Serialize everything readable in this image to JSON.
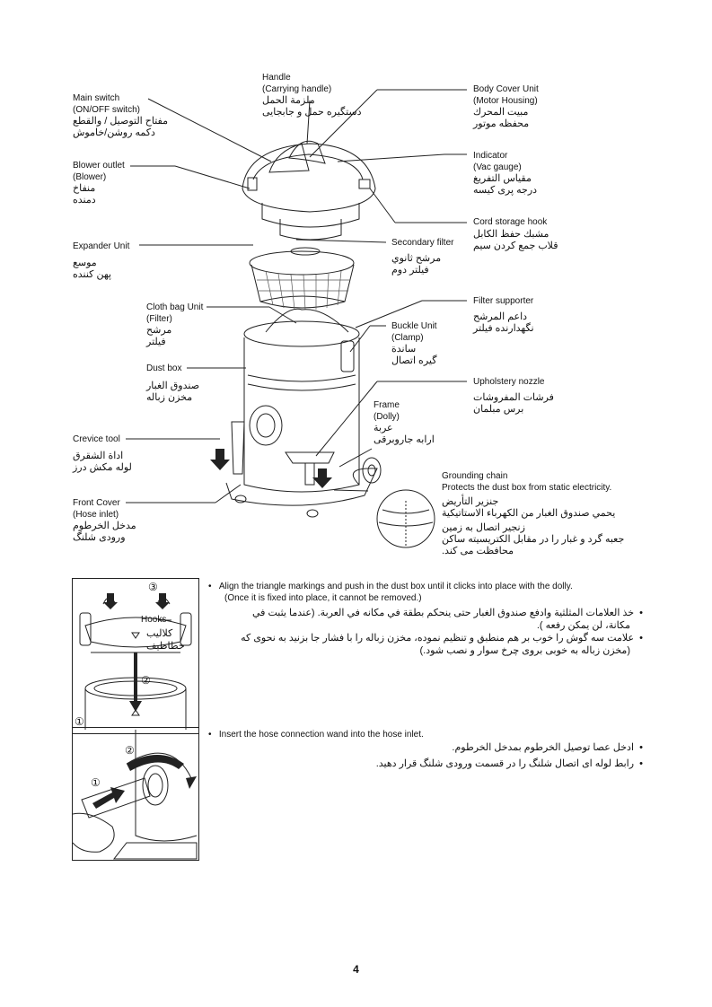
{
  "labels": {
    "handle": {
      "l1": "Handle",
      "l2": "(Carrying handle)",
      "ar1": "ملزمة الحمل",
      "ar2": "دستگيره حمل و جابجايی"
    },
    "main_switch": {
      "l1": "Main switch",
      "l2": "(ON/OFF switch)",
      "ar1": "مفتاح التوصيل / والقطع",
      "ar2": "دكمه روشن/خاموش"
    },
    "body_cover": {
      "l1": "Body Cover Unit",
      "l2": "(Motor Housing)",
      "ar1": "مبيت المحرك",
      "ar2": "محفظه موتور"
    },
    "blower": {
      "l1": "Blower outlet",
      "l2": "(Blower)",
      "ar1": "منفاخ",
      "ar2": "دمنده"
    },
    "indicator": {
      "l1": "Indicator",
      "l2": "(Vac gauge)",
      "ar1": "مقياس التفريغ",
      "ar2": "درجه پری كيسه"
    },
    "cord_hook": {
      "l1": "Cord storage hook",
      "ar1": "مشبك حفظ الكابل",
      "ar2": "قلاب جمع كردن سيم"
    },
    "expander": {
      "l1": "Expander Unit",
      "ar1": "موسع",
      "ar2": "پهن كننده"
    },
    "secondary_filter": {
      "l1": "Secondary filter",
      "ar1": "مرشح ثانوي",
      "ar2": "فيلتر دوم"
    },
    "filter_supporter": {
      "l1": "Filter supporter",
      "ar1": "داعم المرشح",
      "ar2": "نگهدارنده فيلتر"
    },
    "cloth_bag": {
      "l1": "Cloth bag Unit",
      "l2": "(Filter)",
      "ar1": "مرشح",
      "ar2": "فيلتر"
    },
    "buckle": {
      "l1": "Buckle Unit",
      "l2": "(Clamp)",
      "ar1": "ساندة",
      "ar2": "گيره اتصال"
    },
    "dust_box": {
      "l1": "Dust box",
      "ar1": "صندوق الغبار",
      "ar2": "مخزن زباله"
    },
    "upholstery": {
      "l1": "Upholstery nozzle",
      "ar1": "فرشات المفروشات",
      "ar2": "برس مبلمان"
    },
    "frame": {
      "l1": "Frame",
      "l2": "(Dolly)",
      "ar1": "عربة",
      "ar2": "ارابه جاروبرقی"
    },
    "crevice": {
      "l1": "Crevice tool",
      "ar1": "اداة الشقرق",
      "ar2": "لوله مكش درز"
    },
    "grounding": {
      "l1": "Grounding chain",
      "l2": "Protects the dust box from static electricity.",
      "ar1": "جنزير التأريض",
      "ar2": "يحمي صندوق الغبار من الكهرباء الاستاتيكية",
      "ar3": "زنجير اتصال به زمين",
      "ar4": "جعبه گرد و غبار را در مقابل الكتريسيته ساكن",
      "ar5": "محافظت می كند."
    },
    "front_cover": {
      "l1": "Front Cover",
      "l2": "(Hose inlet)",
      "ar1": "مدخل الخرطوم",
      "ar2": "ورودی شلنگ"
    }
  },
  "inset1": {
    "hooks": "Hooks",
    "ar1": "كلاليب",
    "ar2": "خطاطيف",
    "n1": "①",
    "n2": "②",
    "n3": "③"
  },
  "inset2": {
    "n1": "①",
    "n2": "②"
  },
  "section1": {
    "en1": "Align the triangle markings and push in the dust box until it clicks into place with the dolly.",
    "en2": "(Once it is fixed into place, it cannot be removed.)",
    "ar1": "خذ العلامات المثلثية وادفع صندوق الغبار حتى ينحكم بطقة في مكانه في العربة. (عندما يثبت في",
    "ar1b": "مكانة، لن يمكن رفعه ).",
    "ar2": "علامت سه گوش را خوب بر هم منطبق و تنظيم نموده، مخزن زباله را با فشار جا بزنيد به نحوی كه",
    "ar2b": "(مخزن زباله به خوبی بروی چرخ سوار و نصب شود.)"
  },
  "section2": {
    "en1": "Insert the hose connection wand into the hose inlet.",
    "ar1": "ادخل عصا توصيل الخرطوم بمدخل الخرطوم.",
    "ar2": "رابط لوله ای اتصال شلنگ را در قسمت ورودی شلنگ قرار دهيد."
  },
  "bullet": "•",
  "page_number": "4"
}
